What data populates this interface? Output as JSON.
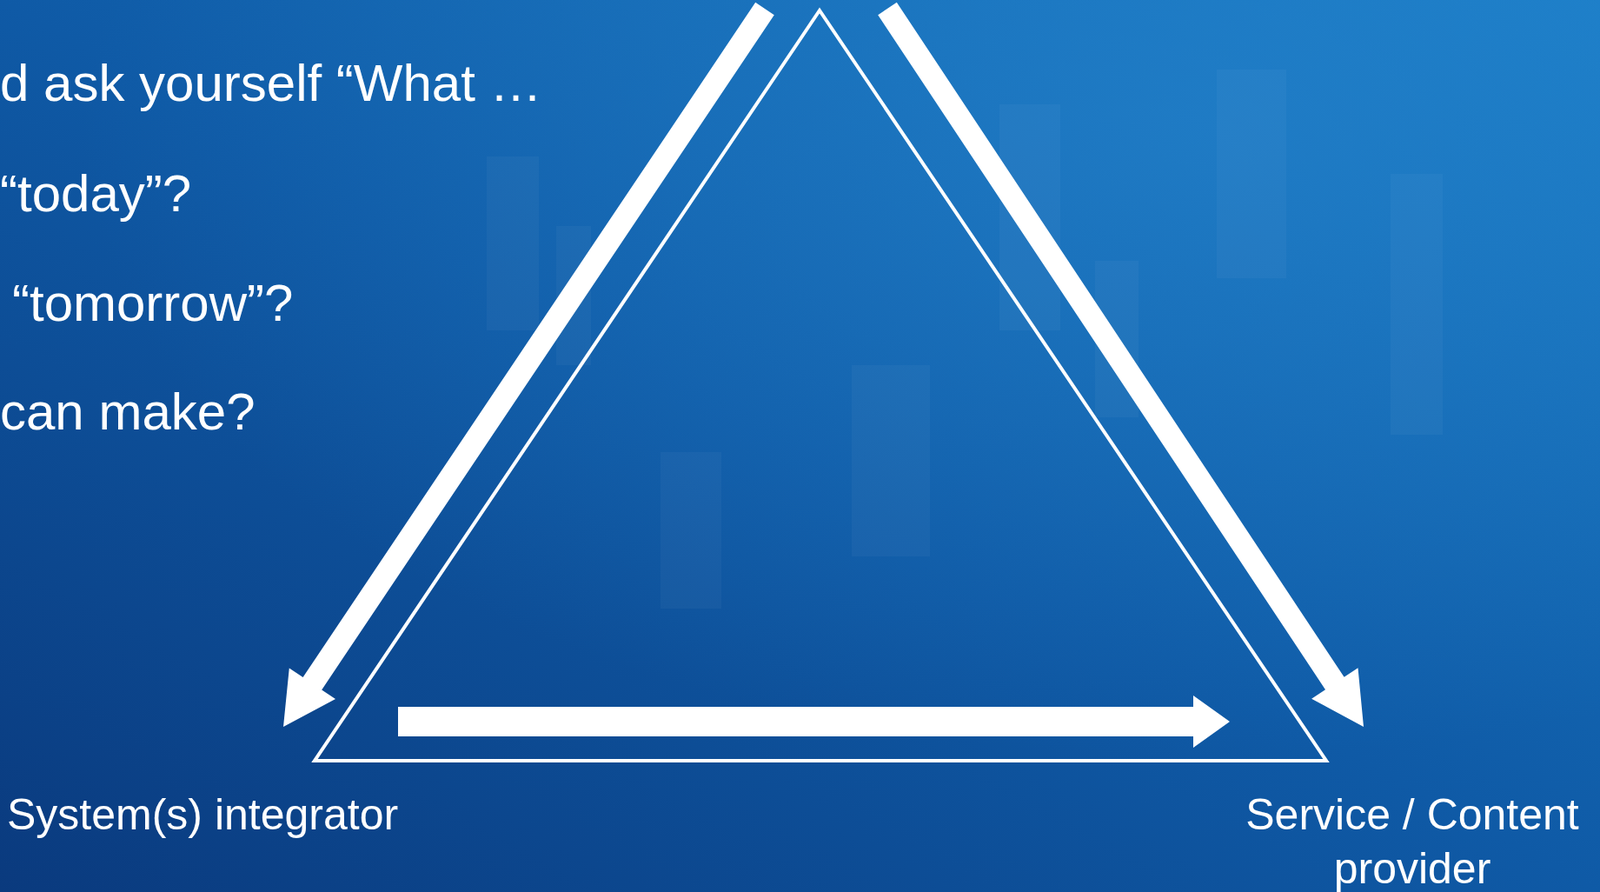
{
  "diagram": {
    "nodes": [
      {
        "text": [
          "System(s) integrator"
        ]
      },
      {
        "text": [
          "Service / Content provider"
        ]
      }
    ],
    "edges": [
      {
        "from": 0,
        "to": 1,
        "arrow": "to"
      }
    ],
    "labels": [
      "d ask yourself “What …",
      "“today”?",
      "“tomorrow”?",
      "can make?"
    ]
  }
}
